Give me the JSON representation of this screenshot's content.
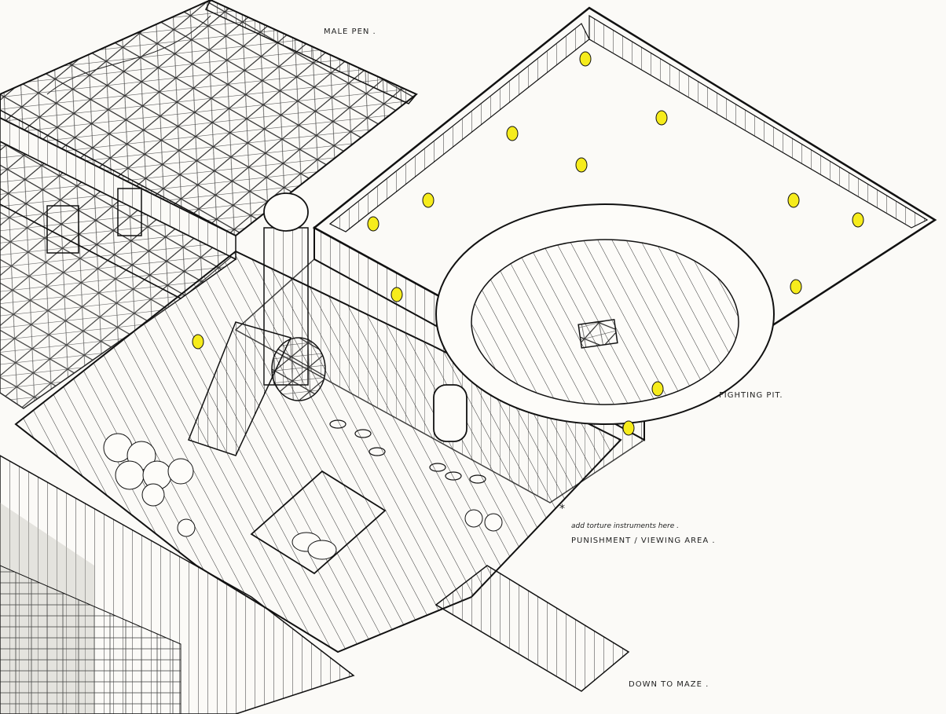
{
  "labels": {
    "male_pen": "MALE PEN .",
    "fighting_pit": "FIGHTING PIT.",
    "asterisk": "*",
    "torture_note": "add torture instruments here .",
    "punishment_area": "PUNISHMENT / VIEWING AREA .",
    "down_to_maze": "DOWN TO MAZE ."
  },
  "colors": {
    "ink": "#1c1c1c",
    "paper": "#fbfaf7",
    "lantern_glow": "#f6ec1c",
    "wash_grey": "#b9b6ae"
  },
  "icons": [
    "lantern-icon",
    "barrel-icon",
    "stool-icon",
    "grate-icon",
    "door-icon",
    "staircase-icon",
    "tower-icon"
  ]
}
